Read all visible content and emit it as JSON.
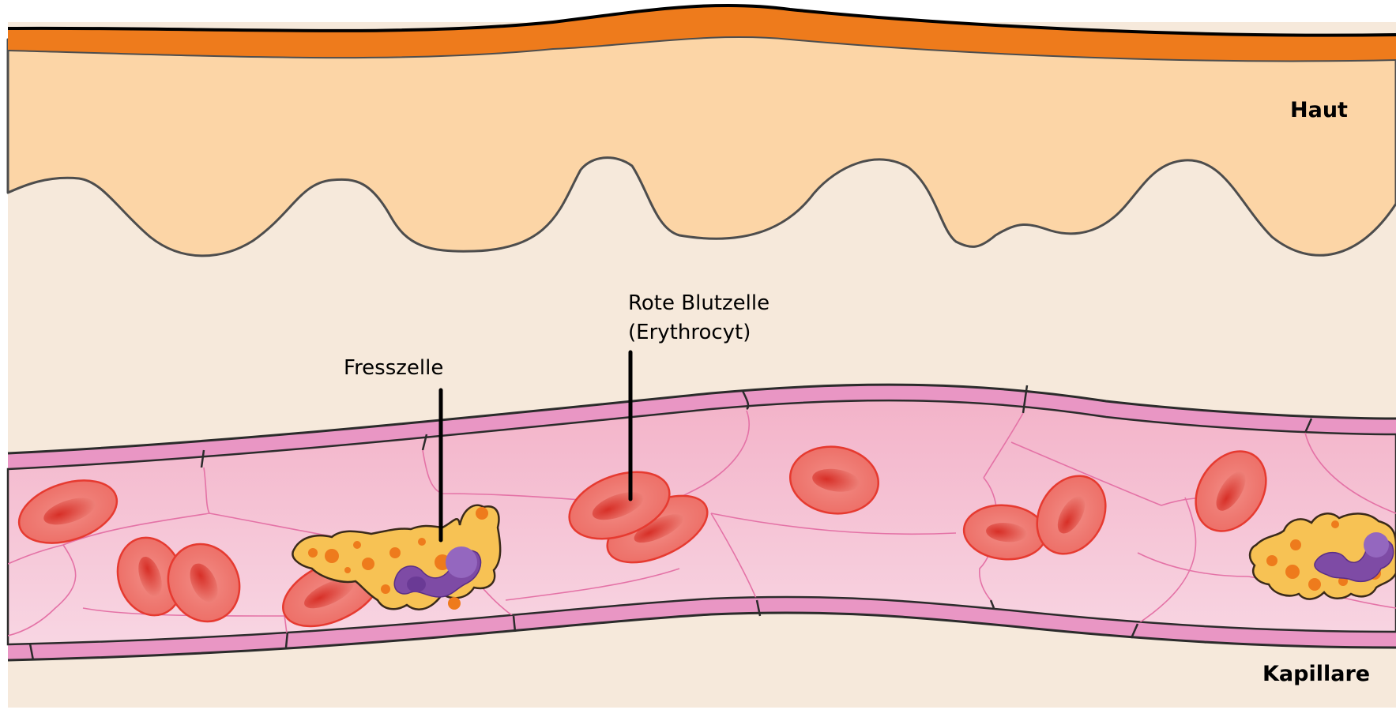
{
  "labels": {
    "skin": "Haut",
    "capillary": "Kapillare",
    "phagocyte": "Fresszelle",
    "rbc_line1": "Rote Blutzelle",
    "rbc_line2": "(Erythrocyt)"
  },
  "colors": {
    "background": "#F6E9DB",
    "epidermis_top": "#EE7B1C",
    "dermis": "#FCD5A6",
    "outline": "#4D4D4D",
    "vessel_wall": "#E996C4",
    "vessel_lumen": "#F5C2D6",
    "endothelium_lines": "#E472A6",
    "red_blood_cell": "#ED6E66",
    "red_blood_cell_center": "#DF3E35",
    "phagocyte_body": "#F7C254",
    "phagocyte_granules": "#EE7B1C",
    "phagocyte_nucleus": "#7E4BA5"
  }
}
